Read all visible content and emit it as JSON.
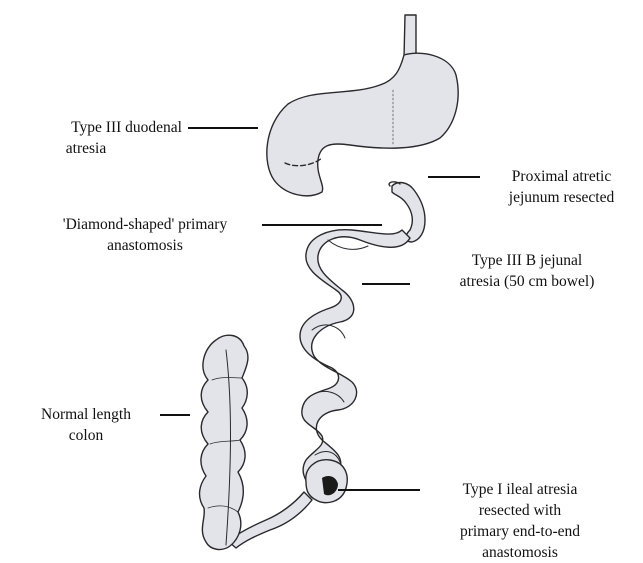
{
  "labels": {
    "duodenal": [
      "Type III duodenal",
      "atresia"
    ],
    "diamond": [
      "'Diamond-shaped' primary",
      "anastomosis"
    ],
    "colon": [
      "Normal length",
      "colon"
    ],
    "proximal": [
      "Proximal atretic",
      "jejunum resected"
    ],
    "jejunal": [
      "Type III B jejunal",
      "atresia (50 cm bowel)"
    ],
    "ileal": [
      "Type I ileal atresia",
      "resected with",
      "primary end-to-end",
      "anastomosis"
    ]
  },
  "colors": {
    "organ_fill": "#e3e3ea",
    "outline": "#2a2a2e",
    "leader": "#111111",
    "text": "#111111"
  }
}
